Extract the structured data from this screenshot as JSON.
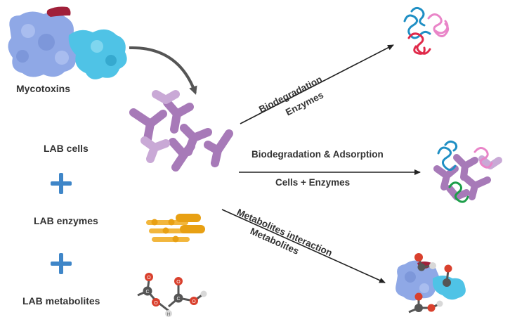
{
  "labels": {
    "mycotoxins": "Mycotoxins",
    "lab_cells": "LAB cells",
    "lab_enzymes": "LAB enzymes",
    "lab_metabolites": "LAB metabolites"
  },
  "pathways": [
    {
      "title": "Biodegradation",
      "subtitle": "Enzymes"
    },
    {
      "title": "Biodegradation & Adsorption",
      "subtitle": "Cells + Enzymes"
    },
    {
      "title": "Metabolites interaction",
      "subtitle": "Metabolites"
    }
  ],
  "atom_labels": {
    "oxygen": "O",
    "hydrogen": "H",
    "carbon": "C"
  },
  "colors": {
    "protein_main": "#8fa8e6",
    "protein_accent": "#4fc3e6",
    "toxin_mark": "#a0203a",
    "lab_cell": "#a77ab8",
    "lab_cell_light": "#c9a9d6",
    "enzyme": "#e8a013",
    "plus": "#3f86c8",
    "arrow": "#222222",
    "curved_arrow": "#555555",
    "oxygen": "#d9402d",
    "carbon": "#555555",
    "hydrogen": "#d8d8d8",
    "coil_blue": "#1f8fc4",
    "coil_pink": "#e985c8",
    "coil_red": "#e02a4a",
    "coil_green": "#1d9e4a"
  }
}
